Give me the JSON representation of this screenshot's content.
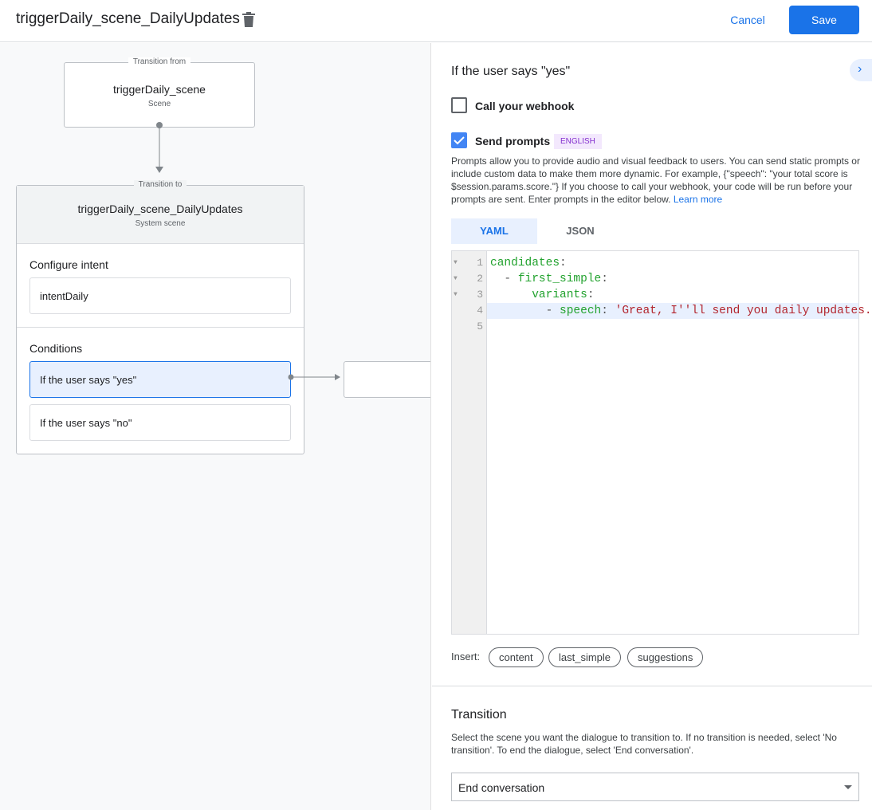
{
  "header": {
    "title": "triggerDaily_scene_DailyUpdates",
    "cancel": "Cancel",
    "save": "Save"
  },
  "canvas": {
    "from": {
      "caption": "Transition from",
      "name": "triggerDaily_scene",
      "type": "Scene"
    },
    "to": {
      "caption": "Transition to",
      "name": "triggerDaily_scene_DailyUpdates",
      "type": "System scene"
    },
    "intent_heading": "Configure intent",
    "intent": "intentDaily",
    "conditions_heading": "Conditions",
    "conditions": [
      "If the user says \"yes\"",
      "If the user says \"no\""
    ]
  },
  "panel": {
    "title": "If the user says \"yes\"",
    "webhook_label": "Call your webhook",
    "webhook_checked": false,
    "prompts_label": "Send prompts",
    "prompts_checked": true,
    "language": "ENGLISH",
    "description": "Prompts allow you to provide audio and visual feedback to users. You can send static prompts or include custom data to make them more dynamic. For example, {\"speech\": \"your total score is $session.params.score.\"} If you choose to call your webhook, your code will be run before your prompts are sent. Enter prompts in the editor below.",
    "learn_more": "Learn more",
    "tabs": [
      "YAML",
      "JSON"
    ],
    "code": {
      "l1k": "candidates",
      "l2k": "first_simple",
      "l3k": "variants",
      "l4k": "speech",
      "l4v": "'Great, I''ll send you daily updates.",
      "c": ":",
      "d": "- ",
      "nums": [
        "1",
        "2",
        "3",
        "4",
        "5"
      ]
    },
    "insert_label": "Insert:",
    "chips": [
      "content",
      "last_simple",
      "suggestions"
    ],
    "transition_heading": "Transition",
    "transition_desc": "Select the scene you want the dialogue to transition to. If no transition is needed, select 'No transition'. To end the dialogue, select 'End conversation'.",
    "transition_value": "End conversation"
  }
}
